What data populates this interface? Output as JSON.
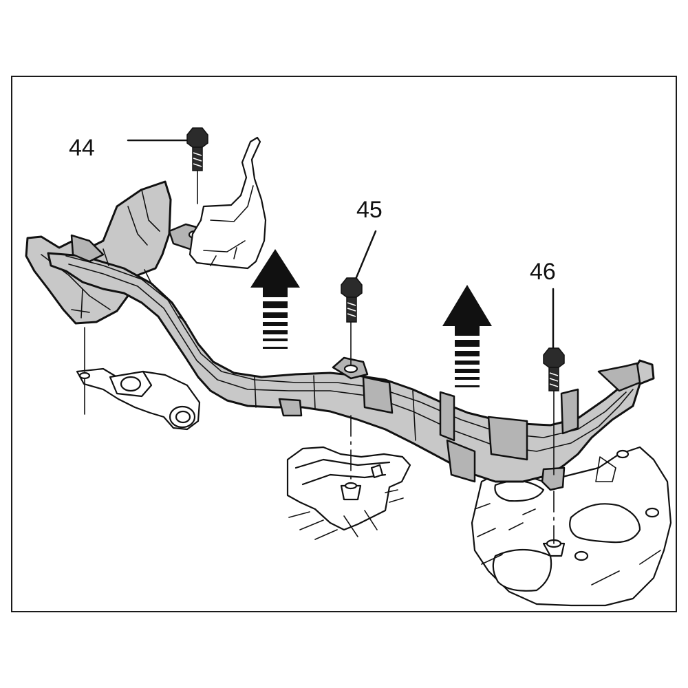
{
  "callouts": {
    "bolt_44": "44",
    "bolt_45": "45",
    "bolt_46": "46"
  },
  "colors": {
    "part_fill": "#c8c8c8",
    "line": "#111111",
    "background": "#ffffff"
  },
  "icons": {
    "arrow_left": "removal-direction-arrow-up-icon",
    "arrow_right": "removal-direction-arrow-up-icon"
  }
}
